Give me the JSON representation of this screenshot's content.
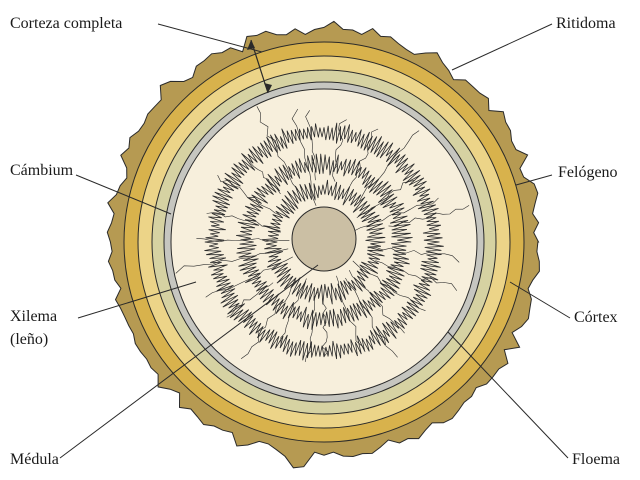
{
  "labels": {
    "corteza_completa": "Corteza completa",
    "ritidoma": "Ritidoma",
    "cambium": "Cámbium",
    "felogeno": "Felógeno",
    "xilema_line1": "Xilema",
    "xilema_line2": "(leño)",
    "cortex": "Córtex",
    "medula": "Médula",
    "floema": "Floema"
  },
  "colors": {
    "ritidoma": "#b69a52",
    "felogeno_outer": "#d8b24c",
    "cortex": "#ecd488",
    "floema": "#d6d2a2",
    "cambium": "#c6c6c0",
    "xilema": "#f7efdc",
    "medula": "#cbbfa4",
    "line": "#2a2a2a"
  }
}
